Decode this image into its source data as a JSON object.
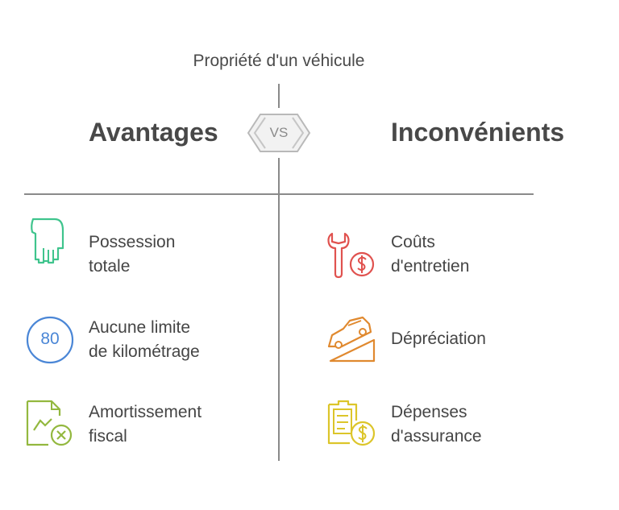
{
  "header": {
    "title": "Propriété d'un véhicule",
    "vs_label": "VS"
  },
  "left": {
    "title": "Avantages",
    "items": [
      {
        "lines": [
          "Possession",
          "totale"
        ],
        "icon": "hand-icon",
        "color": "#3fc48d"
      },
      {
        "lines": [
          "Aucune limite",
          "de kilométrage"
        ],
        "icon": "speed-limit-icon",
        "badge": "80",
        "color": "#4a86d6"
      },
      {
        "lines": [
          "Amortissement",
          "fiscal"
        ],
        "icon": "tax-document-icon",
        "color": "#93b83f"
      }
    ]
  },
  "right": {
    "title": "Inconvénients",
    "items": [
      {
        "lines": [
          "Coûts",
          "d'entretien"
        ],
        "icon": "wrench-dollar-icon",
        "color": "#e0524f"
      },
      {
        "lines": [
          "Dépréciation"
        ],
        "icon": "car-decline-icon",
        "color": "#e0892f"
      },
      {
        "lines": [
          "Dépenses",
          "d'assurance"
        ],
        "icon": "clipboard-dollar-icon",
        "color": "#dcc52a"
      }
    ]
  }
}
